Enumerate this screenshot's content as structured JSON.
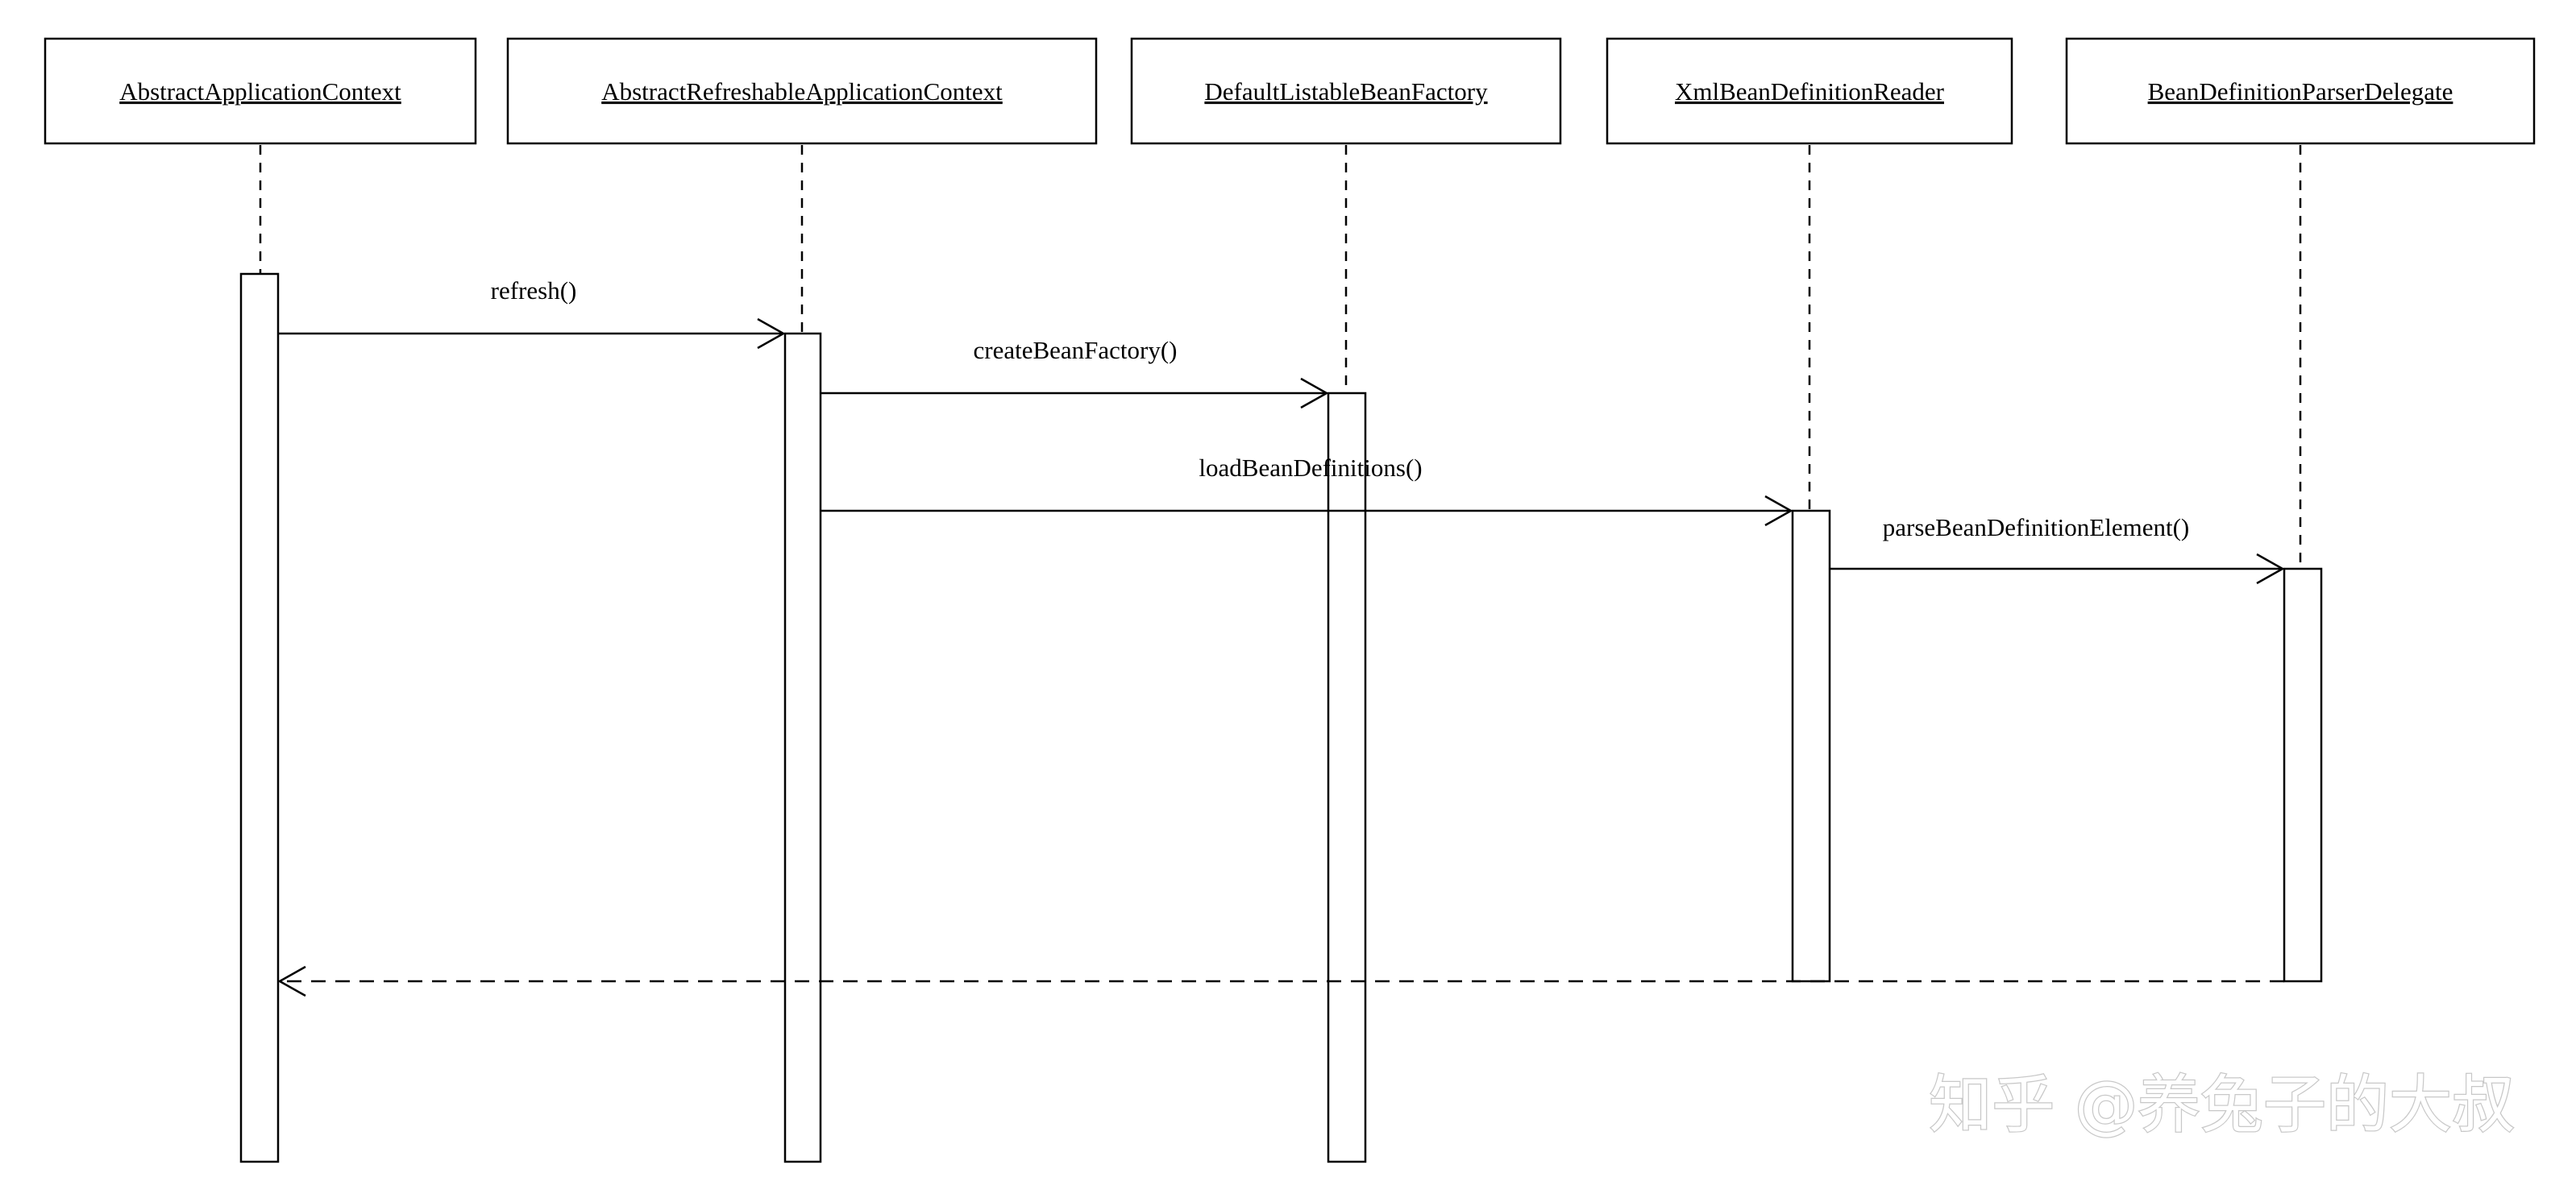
{
  "participants": [
    "AbstractApplicationContext",
    "AbstractRefreshableApplicationContext",
    "DefaultListableBeanFactory",
    "XmlBeanDefinitionReader",
    "BeanDefinitionParserDelegate"
  ],
  "messages": [
    {
      "label": "refresh()",
      "from": "AbstractApplicationContext",
      "to": "AbstractRefreshableApplicationContext",
      "kind": "call"
    },
    {
      "label": "createBeanFactory()",
      "from": "AbstractRefreshableApplicationContext",
      "to": "DefaultListableBeanFactory",
      "kind": "call"
    },
    {
      "label": "loadBeanDefinitions()",
      "from": "AbstractRefreshableApplicationContext",
      "to": "XmlBeanDefinitionReader",
      "kind": "call"
    },
    {
      "label": "parseBeanDefinitionElement()",
      "from": "XmlBeanDefinitionReader",
      "to": "BeanDefinitionParserDelegate",
      "kind": "call"
    },
    {
      "label": "",
      "from": "BeanDefinitionParserDelegate",
      "to": "AbstractApplicationContext",
      "kind": "return"
    }
  ],
  "watermark": "知乎 @养兔子的大叔",
  "colors": {
    "line": "#000000",
    "background": "#ffffff",
    "watermark_outline": "#c8c8c8"
  }
}
